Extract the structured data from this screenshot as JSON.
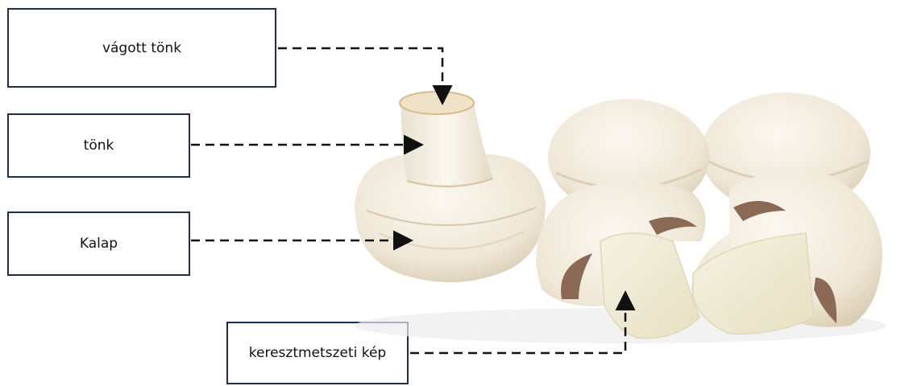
{
  "labels": {
    "cut_stem": "vágott tönk",
    "stem": "tönk",
    "cap": "Kalap",
    "cross_section": "keresztmetszeti kép"
  },
  "colors": {
    "box_border": "#1f2b4a",
    "arrow": "#111111",
    "mushroom_white": "#f3eee3",
    "gill_brown": "#8a6a55"
  },
  "icons": [
    "arrowhead"
  ]
}
